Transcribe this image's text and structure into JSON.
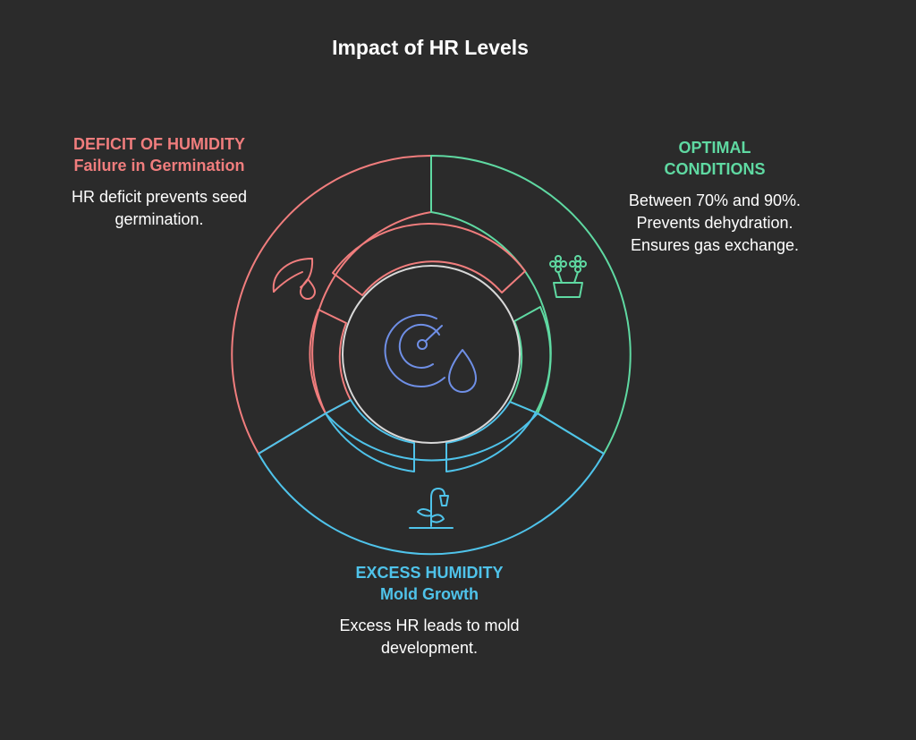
{
  "title": "Impact of HR Levels",
  "colors": {
    "background": "#2b2b2b",
    "deficit": "#f07d7d",
    "optimal": "#5fd9a2",
    "excess": "#4fc3ea",
    "center_ring": "#d8d8d8",
    "center_icon": "#6f8fe6"
  },
  "sections": {
    "deficit": {
      "heading_line1": "DEFICIT OF HUMIDITY",
      "heading_line2": "Failure in Germination",
      "desc_line1": "HR deficit prevents seed",
      "desc_line2": "germination.",
      "icon": "leaf-droplet-icon"
    },
    "optimal": {
      "heading_line1": "OPTIMAL",
      "heading_line2": "CONDITIONS",
      "desc_line1": "Between 70% and 90%.",
      "desc_line2": "Prevents dehydration.",
      "desc_line3": "Ensures gas exchange.",
      "icon": "potted-flowers-icon"
    },
    "excess": {
      "heading_line1": "EXCESS HUMIDITY",
      "heading_line2": "Mold Growth",
      "desc_line1": "Excess HR leads to mold",
      "desc_line2": "development.",
      "icon": "wilted-plant-icon"
    }
  },
  "center_icon": "humidity-gauge-icon"
}
